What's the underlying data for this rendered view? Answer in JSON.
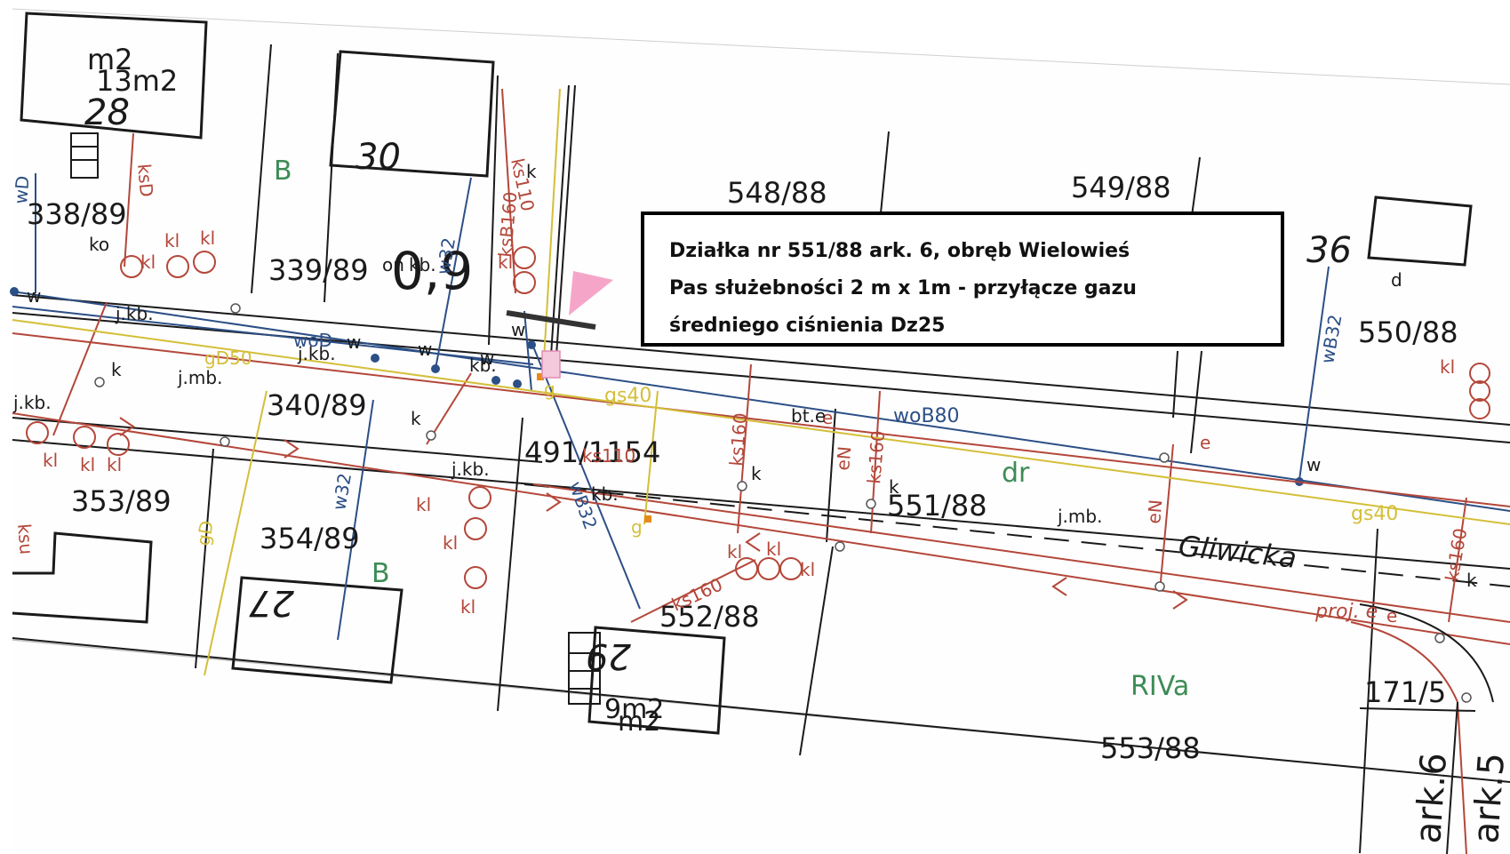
{
  "colors": {
    "line_black": "#1a1a1a",
    "sewer_red": "#b4473a",
    "water_blue": "#2c4f86",
    "gas_yellow": "#d4bf3a",
    "pink_marker": "#f5a6c8",
    "class_green": "#3c8c55"
  },
  "info_box": {
    "line1": "Działka nr 551/88 ark. 6, obręb Wielowieś",
    "line2": "Pas służebności 2 m x 1m  - przyłącze gazu",
    "line3": "średniego ciśnienia Dz25"
  },
  "parcels": {
    "p338": "338/89",
    "p339": "339/89",
    "p340": "340/89",
    "p353": "353/89",
    "p354": "354/89",
    "p548": "548/88",
    "p549": "549/88",
    "p550": "550/88",
    "p551": "551/88",
    "p552": "552/88",
    "p553": "553/88",
    "p491": "491/1154",
    "p171": "171/5"
  },
  "buildings": {
    "b28": "28",
    "b30": "30",
    "b36": "36",
    "b27": "27",
    "b29": "29",
    "area13": "13m2",
    "area_m2": "m2",
    "area9": "9m2",
    "area_m2b": "m2"
  },
  "street": "Gliwicka",
  "land_class": {
    "b1": "B",
    "b2": "B",
    "riva": "RIVa",
    "dr": "dr"
  },
  "measure": "0,9",
  "sheets": {
    "ark6": "ark.6",
    "ark5": "ark.5"
  },
  "utility_labels": {
    "wD1": "wD",
    "w1": "w",
    "kb1": "j.kb.",
    "kb2": "j.kb.",
    "kb3": "j.kb.",
    "kb4": "j.kb.",
    "kb5": "kb.",
    "kb6": "kb.",
    "kb7": "kb.",
    "jmb1": "j.mb.",
    "jmb2": "j.mb.",
    "ko": "ko",
    "kl1": "kl",
    "kl2": "kl",
    "kl3": "kl",
    "kl4": "kl",
    "kl5": "kl",
    "kl6": "kl",
    "kl7": "kl",
    "kl8": "kl",
    "kl9": "kl",
    "kl10": "kl",
    "kl11": "kl",
    "kl12": "kl",
    "kl13": "kl",
    "kl14": "kl",
    "k1": "k",
    "k2": "k",
    "k3": "k",
    "k4": "k",
    "k5": "k",
    "k6": "k",
    "ks110": "ks110",
    "ksB160": "ksB160",
    "ks160a": "ks160",
    "ks160b": "ks160",
    "ks160c": "ks160",
    "ks160d": "ks160",
    "ks110b": "ks110",
    "ksD": "ksD",
    "ksu": "ksu",
    "gs40a": "gs40",
    "gs40b": "gs40",
    "g1": "g",
    "g2": "g",
    "gD": "gD",
    "gD50": "gD50",
    "woD": "woD",
    "w2": "w",
    "w3": "w",
    "w4": "w",
    "w5": "w",
    "w6": "w",
    "w32a": "w32",
    "wB32": "wB32",
    "w32b": "w32",
    "wB32b": "wB32",
    "woB80": "woB80",
    "e1": "e",
    "e2": "e",
    "e3": "e",
    "eN1": "eN",
    "eN2": "eN",
    "bte": "bt.e",
    "proj_e": "proj. e",
    "d": "d",
    "on": "on"
  }
}
